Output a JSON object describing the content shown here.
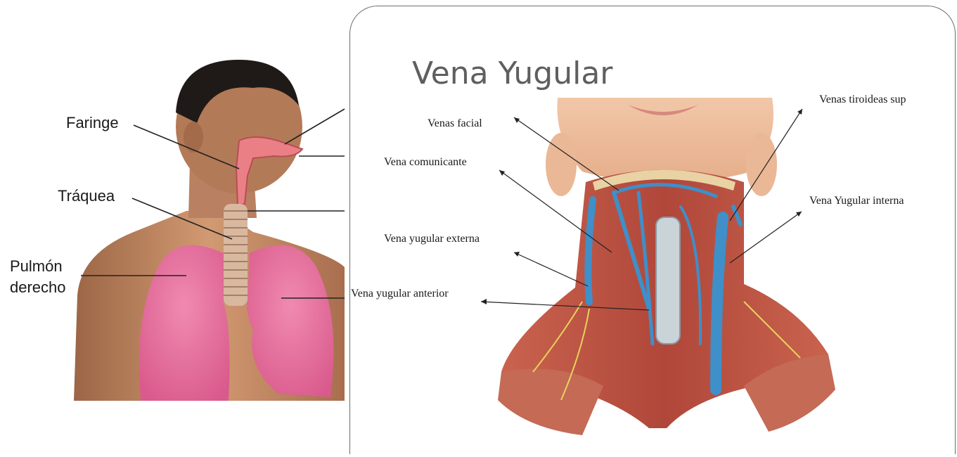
{
  "left_diagram": {
    "labels": {
      "faringe": "Faringe",
      "traquea": "Tráquea",
      "pulmon_line1": "Pulmón",
      "pulmon_line2": "derecho"
    }
  },
  "slide": {
    "title": "Vena Yugular",
    "labels": {
      "venas_facial": "Venas facial",
      "vena_comunicante": "Vena comunicante",
      "vena_yugular_externa": "Vena yugular externa",
      "vena_yugular_anterior": "Vena yugular anterior",
      "venas_tiroideas_sup": "Venas tiroideas sup",
      "vena_yugular_interna": "Vena Yugular interna"
    }
  },
  "colors": {
    "skin": "#c48a63",
    "lung": "#e86a9c",
    "muscle": "#b8503f",
    "vein": "#3f8fc9",
    "nerve": "#e8d35a"
  }
}
